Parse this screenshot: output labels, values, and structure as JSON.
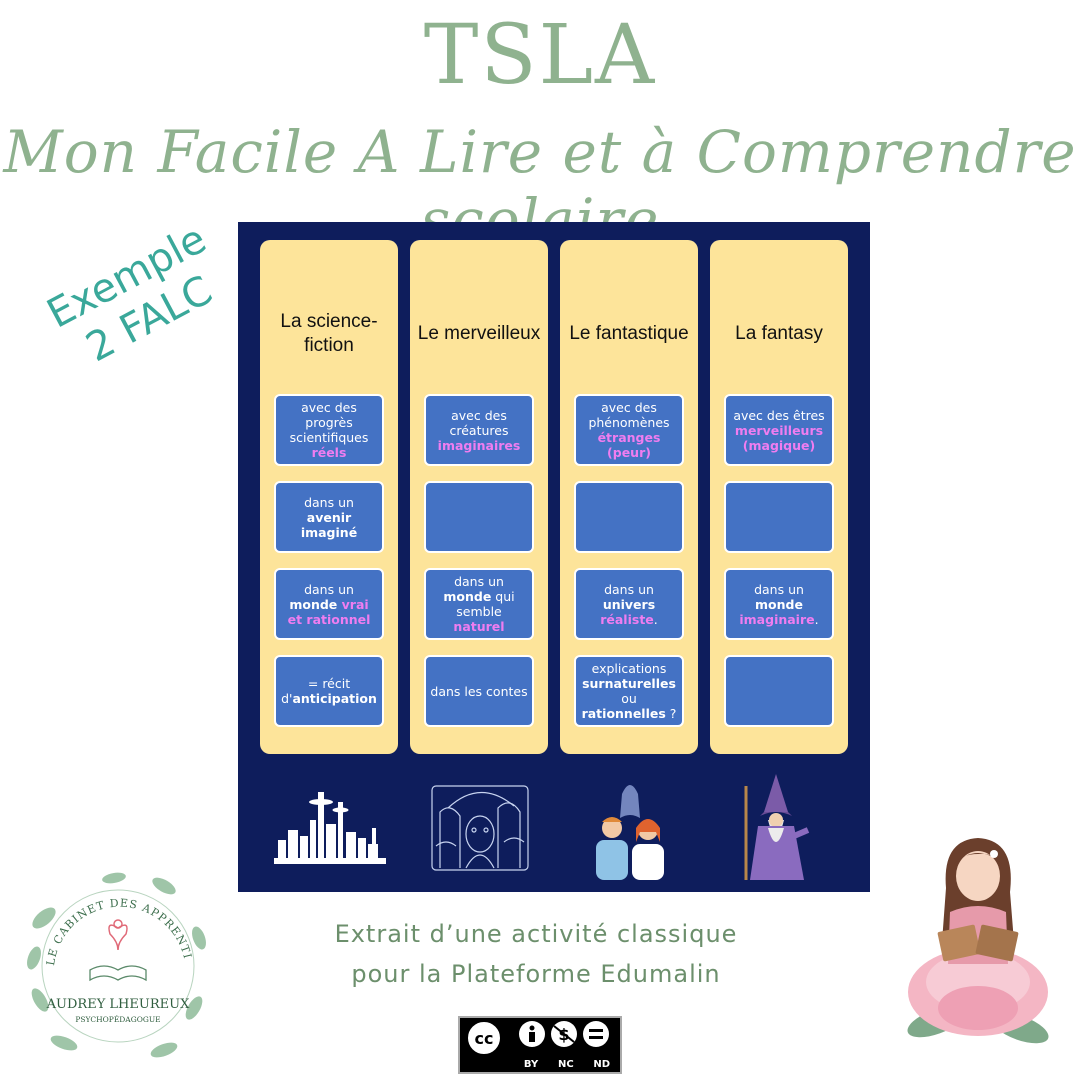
{
  "header": {
    "title": "TSLA",
    "subtitle": "Mon Facile A Lire et à Comprendre scolaire"
  },
  "stamp": {
    "line1": "Exemple",
    "line2": "2 FALC"
  },
  "columns": [
    {
      "title": "La science-fiction",
      "cards": [
        {
          "segments": [
            {
              "t": "avec des progrès scientifiques ",
              "s": "n"
            },
            {
              "t": "réels",
              "s": "h"
            }
          ]
        },
        {
          "segments": [
            {
              "t": "dans un ",
              "s": "n"
            },
            {
              "t": "avenir imaginé",
              "s": "b"
            }
          ]
        },
        {
          "segments": [
            {
              "t": "dans un ",
              "s": "n"
            },
            {
              "t": "monde ",
              "s": "b"
            },
            {
              "t": "vrai et rationnel",
              "s": "h"
            }
          ]
        },
        {
          "segments": [
            {
              "t": "= récit d'",
              "s": "n"
            },
            {
              "t": "anticipation",
              "s": "b"
            }
          ]
        }
      ]
    },
    {
      "title": "Le merveilleux",
      "cards": [
        {
          "segments": [
            {
              "t": "avec des créatures ",
              "s": "n"
            },
            {
              "t": "imaginaires",
              "s": "h"
            }
          ]
        },
        {
          "segments": []
        },
        {
          "segments": [
            {
              "t": "dans un ",
              "s": "n"
            },
            {
              "t": "monde",
              "s": "b"
            },
            {
              "t": " qui semble ",
              "s": "n"
            },
            {
              "t": "naturel",
              "s": "h"
            }
          ]
        },
        {
          "segments": [
            {
              "t": "dans les contes",
              "s": "n"
            }
          ]
        }
      ]
    },
    {
      "title": "Le fantastique",
      "cards": [
        {
          "segments": [
            {
              "t": "avec des phénomènes ",
              "s": "n"
            },
            {
              "t": "étranges (peur)",
              "s": "h"
            }
          ]
        },
        {
          "segments": []
        },
        {
          "segments": [
            {
              "t": "dans un ",
              "s": "n"
            },
            {
              "t": "univers ",
              "s": "b"
            },
            {
              "t": "réaliste",
              "s": "h"
            },
            {
              "t": ".",
              "s": "n"
            }
          ]
        },
        {
          "segments": [
            {
              "t": "explications ",
              "s": "n"
            },
            {
              "t": "surnaturelles",
              "s": "b"
            },
            {
              "t": " ou ",
              "s": "n"
            },
            {
              "t": "rationnelles",
              "s": "b"
            },
            {
              "t": " ?",
              "s": "n"
            }
          ]
        }
      ]
    },
    {
      "title": "La fantasy",
      "cards": [
        {
          "segments": [
            {
              "t": "avec des êtres ",
              "s": "n"
            },
            {
              "t": "merveilleurs (magique)",
              "s": "h"
            }
          ]
        },
        {
          "segments": []
        },
        {
          "segments": [
            {
              "t": "dans un ",
              "s": "n"
            },
            {
              "t": "monde ",
              "s": "b"
            },
            {
              "t": "imaginaire",
              "s": "h"
            },
            {
              "t": ".",
              "s": "n"
            }
          ]
        },
        {
          "segments": []
        }
      ]
    }
  ],
  "illustrations": [
    "futuristic-city-icon",
    "fairy-forest-icon",
    "scared-people-ghost-icon",
    "wizard-icon"
  ],
  "caption": {
    "line1": "Extrait d’une activité classique",
    "line2": "pour la Plateforme Edumalin"
  },
  "logo": {
    "arc_text": "LE CABINET DES APPRENTISSAGES",
    "name": "AUDREY LHEUREUX",
    "role": "PSYCHOPÉDAGOGUE"
  },
  "license": {
    "labels": [
      "BY",
      "NC",
      "ND"
    ]
  },
  "colors": {
    "title": "#8fb28f",
    "stamp": "#3aa89a",
    "board": "#0e1d5c",
    "column": "#fde49a",
    "card": "#4472c4",
    "highlight": "#f07df0",
    "caption": "#6c8f6c"
  }
}
